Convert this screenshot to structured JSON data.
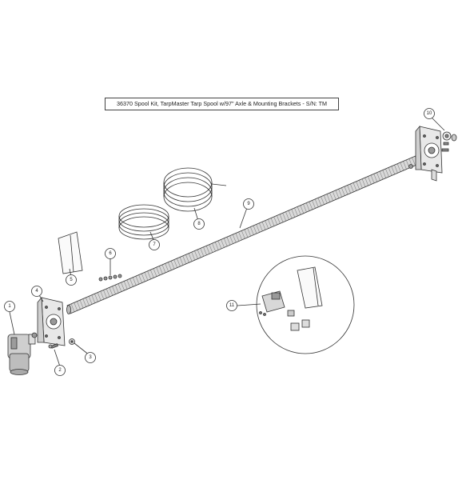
{
  "title": "36370 Spool Kit, TarpMaster Tarp Spool w/97\" Axle & Mounting Brackets  - S/N: TM",
  "callouts": [
    {
      "id": "callout-1",
      "label": "1"
    },
    {
      "id": "callout-2",
      "label": "2"
    },
    {
      "id": "callout-3",
      "label": "3"
    },
    {
      "id": "callout-4",
      "label": "4"
    },
    {
      "id": "callout-5",
      "label": "5"
    },
    {
      "id": "callout-6",
      "label": "6"
    },
    {
      "id": "callout-7",
      "label": "7"
    },
    {
      "id": "callout-8",
      "label": "8"
    },
    {
      "id": "callout-9",
      "label": "9"
    },
    {
      "id": "callout-10",
      "label": "10"
    },
    {
      "id": "callout-11",
      "label": "11"
    }
  ]
}
